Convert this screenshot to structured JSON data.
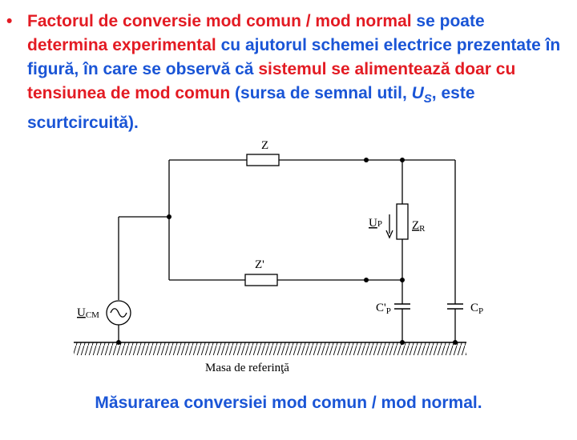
{
  "bullet": {
    "marker": "•",
    "part1_red": "Factorul de conversie mod comun / mod normal",
    "part2_blue": " se poate",
    "part3_red": "determina experimental",
    "part4_blue": " cu ajutorul schemei electrice prezentate în figură, în care se observă că ",
    "part5_red": "sistemul se alimentează doar cu tensiunea de mod comun",
    "part6_blue": " (sursa de semnal util, ",
    "us_main": "U",
    "us_sub": "S",
    "part7_blue": ", este scurtcircuită)."
  },
  "diagram": {
    "z_label": "Z",
    "z_prime_label": "Z'",
    "up_main": "U",
    "up_sub": "P",
    "zr_main": "Z",
    "zr_sub": "R",
    "ucm_main": "U",
    "ucm_sub": "CM",
    "cp_prime_main": "C'",
    "cp_prime_sub": "P",
    "cp_main": "C",
    "cp_sub": "P",
    "ground_label": "Masa de referinţă"
  },
  "caption": "Măsurarea conversiei mod comun / mod normal.",
  "colors": {
    "red": "#e31b23",
    "blue": "#1a55d6",
    "line": "#000000"
  }
}
